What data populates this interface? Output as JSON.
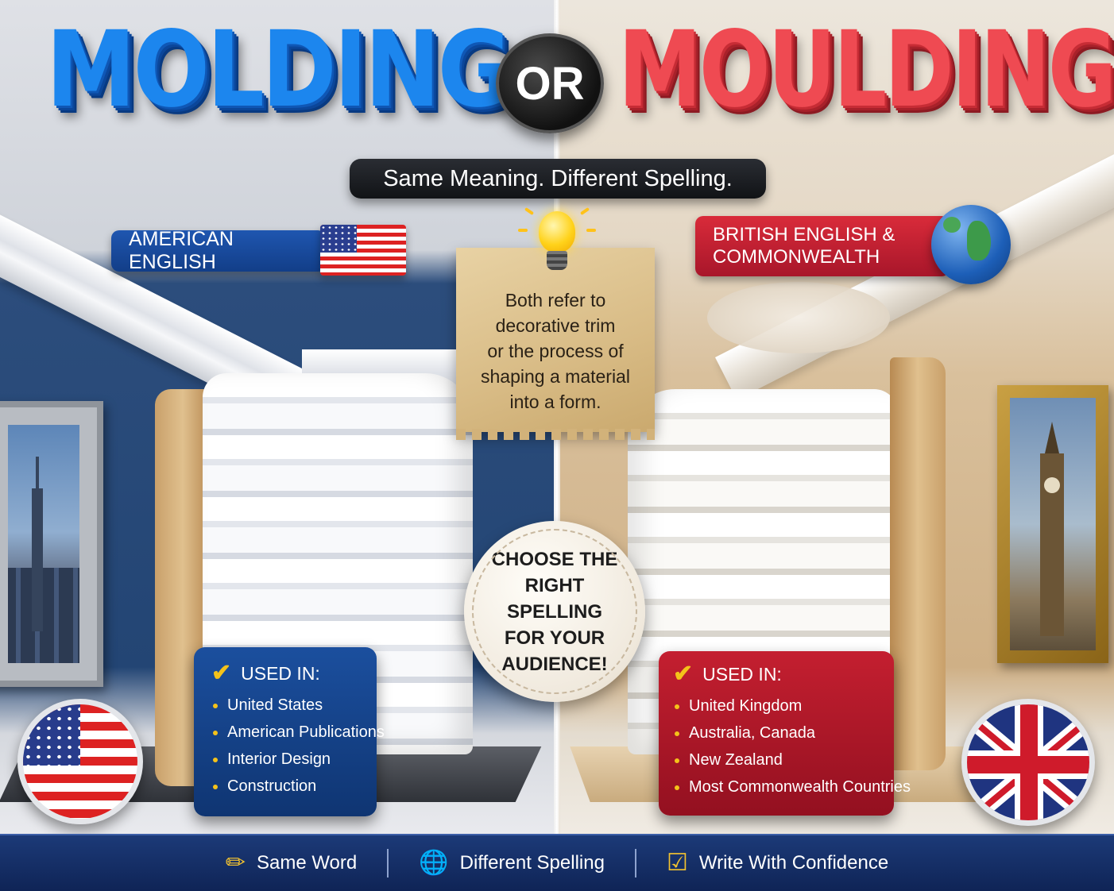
{
  "title": {
    "left_word": "MOLDING",
    "connector": "OR",
    "right_word": "MOULDING"
  },
  "subtitle": "Same Meaning. Different Spelling.",
  "american": {
    "label": "AMERICAN ENGLISH",
    "used_in_heading": "USED IN:",
    "used_in": [
      "United States",
      "American Publications",
      "Interior Design",
      "Construction"
    ],
    "color": "#1b4f9e"
  },
  "british": {
    "label_line1": "BRITISH ENGLISH &",
    "label_line2": "COMMONWEALTH",
    "used_in_heading": "USED IN:",
    "used_in": [
      "United Kingdom",
      "Australia, Canada",
      "New Zealand",
      "Most Commonwealth Countries"
    ],
    "color": "#c41f30"
  },
  "note": {
    "lines": [
      "Both refer to",
      "decorative trim",
      "or the process of",
      "shaping a material",
      "into a form."
    ],
    "icon": "lightbulb-icon"
  },
  "callout": {
    "lines": [
      "CHOOSE THE",
      "RIGHT SPELLING",
      "FOR YOUR",
      "AUDIENCE!"
    ]
  },
  "footer": {
    "items": [
      {
        "label": "Same Word",
        "icon": "pencil-icon"
      },
      {
        "label": "Different Spelling",
        "icon": "globe-icon"
      },
      {
        "label": "Write With Confidence",
        "icon": "check-circle-icon"
      }
    ]
  }
}
